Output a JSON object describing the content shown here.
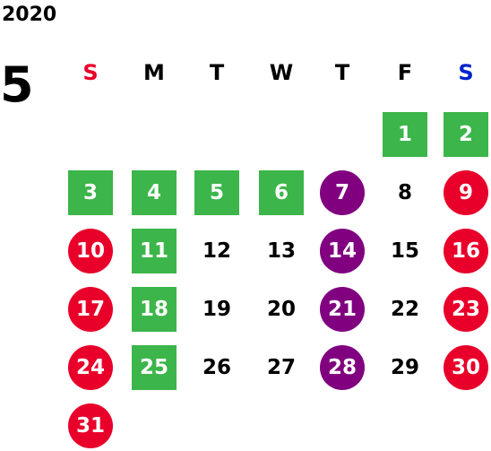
{
  "calendar": {
    "year": "2020",
    "month": "5",
    "weekdays": [
      {
        "label": "S",
        "color": "#e8002a"
      },
      {
        "label": "M",
        "color": "#000000"
      },
      {
        "label": "T",
        "color": "#000000"
      },
      {
        "label": "W",
        "color": "#000000"
      },
      {
        "label": "T",
        "color": "#000000"
      },
      {
        "label": "F",
        "color": "#000000"
      },
      {
        "label": "S",
        "color": "#0022cc"
      }
    ],
    "first_weekday_index": 5,
    "days": [
      {
        "day": "1",
        "style": "green"
      },
      {
        "day": "2",
        "style": "green"
      },
      {
        "day": "3",
        "style": "green"
      },
      {
        "day": "4",
        "style": "green"
      },
      {
        "day": "5",
        "style": "green"
      },
      {
        "day": "6",
        "style": "green"
      },
      {
        "day": "7",
        "style": "purple"
      },
      {
        "day": "8",
        "style": "plain"
      },
      {
        "day": "9",
        "style": "red"
      },
      {
        "day": "10",
        "style": "red"
      },
      {
        "day": "11",
        "style": "green"
      },
      {
        "day": "12",
        "style": "plain"
      },
      {
        "day": "13",
        "style": "plain"
      },
      {
        "day": "14",
        "style": "purple"
      },
      {
        "day": "15",
        "style": "plain"
      },
      {
        "day": "16",
        "style": "red"
      },
      {
        "day": "17",
        "style": "red"
      },
      {
        "day": "18",
        "style": "green"
      },
      {
        "day": "19",
        "style": "plain"
      },
      {
        "day": "20",
        "style": "plain"
      },
      {
        "day": "21",
        "style": "purple"
      },
      {
        "day": "22",
        "style": "plain"
      },
      {
        "day": "23",
        "style": "red"
      },
      {
        "day": "24",
        "style": "red"
      },
      {
        "day": "25",
        "style": "green"
      },
      {
        "day": "26",
        "style": "plain"
      },
      {
        "day": "27",
        "style": "plain"
      },
      {
        "day": "28",
        "style": "purple"
      },
      {
        "day": "29",
        "style": "plain"
      },
      {
        "day": "30",
        "style": "red"
      },
      {
        "day": "31",
        "style": "red"
      }
    ],
    "colors": {
      "green": "#3cb54a",
      "red": "#e8002a",
      "purple": "#800080"
    }
  }
}
